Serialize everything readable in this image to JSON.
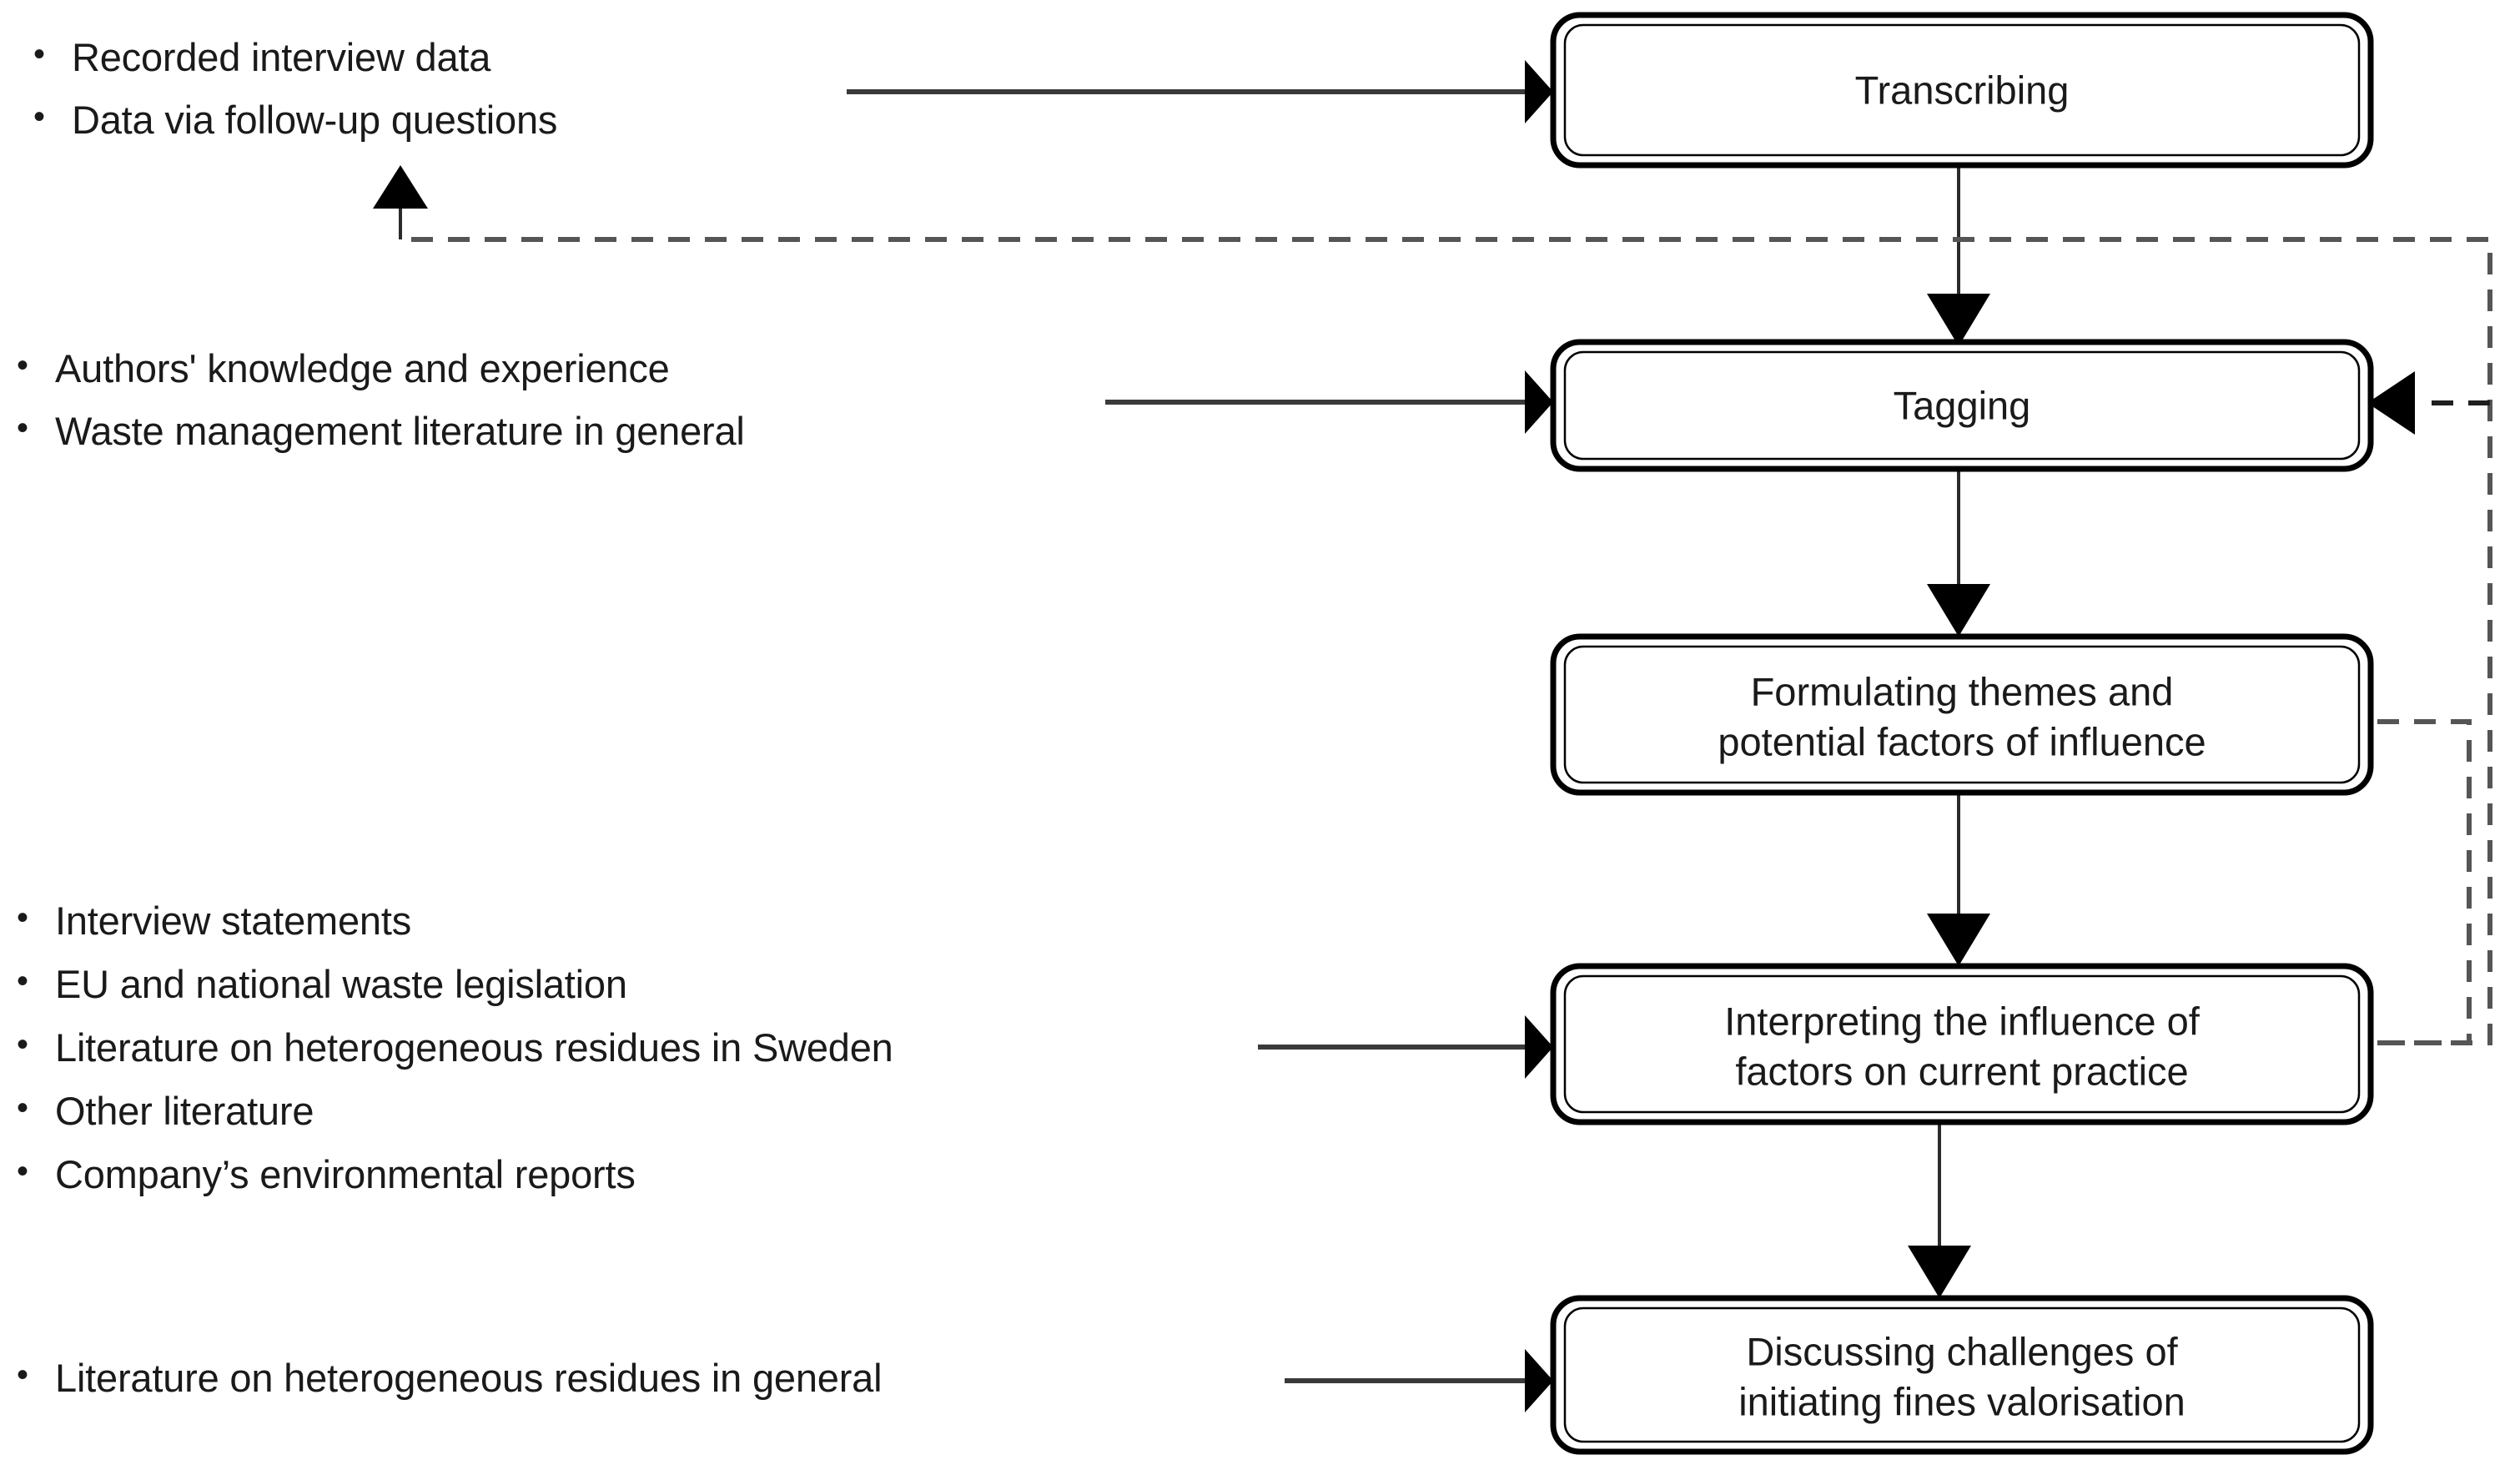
{
  "diagram": {
    "title": "Qualitative data analysis process flowchart",
    "background_color": "#ffffff",
    "line_color": "#000000",
    "dashed_color": "#555555",
    "text_color": "#1a1a1a"
  },
  "process_boxes": [
    {
      "id": "transcribing",
      "lines": [
        "Transcribing"
      ],
      "line1": "Transcribing",
      "line2": ""
    },
    {
      "id": "tagging",
      "lines": [
        "Tagging"
      ],
      "line1": "Tagging",
      "line2": ""
    },
    {
      "id": "formulating",
      "lines": [
        "Formulating themes and",
        "potential factors of influence"
      ],
      "line1": "Formulating themes and",
      "line2": "potential factors of influence"
    },
    {
      "id": "interpreting",
      "lines": [
        "Interpreting the influence of",
        "factors on current practice"
      ],
      "line1": "Interpreting the influence of",
      "line2": "factors on current practice"
    },
    {
      "id": "discussing",
      "lines": [
        "Discussing challenges of",
        "initiating fines valorisation"
      ],
      "line1": "Discussing challenges of",
      "line2": "initiating fines valorisation"
    }
  ],
  "input_groups": [
    {
      "id": "group-transcribing",
      "bullet": "•",
      "items": [
        "Recorded interview data",
        "Data via follow-up questions"
      ]
    },
    {
      "id": "group-tagging",
      "bullet": "•",
      "items": [
        "Authors' knowledge and experience",
        "Waste management literature in general"
      ]
    },
    {
      "id": "group-interpreting",
      "bullet": "•",
      "items": [
        "Interview statements",
        "EU and national waste legislation",
        "Literature on heterogeneous residues in Sweden",
        "Other literature",
        "Company’s environmental reports"
      ]
    },
    {
      "id": "group-discussing",
      "bullet": "•",
      "items": [
        "Literature on heterogeneous residues in general"
      ]
    }
  ],
  "connectors": [
    {
      "id": "input-to-transcribing",
      "style": "solid",
      "kind": "arrow"
    },
    {
      "id": "transcribing-to-tagging",
      "style": "solid",
      "kind": "arrow"
    },
    {
      "id": "input-to-tagging",
      "style": "solid",
      "kind": "arrow"
    },
    {
      "id": "tagging-to-formulating",
      "style": "solid",
      "kind": "arrow"
    },
    {
      "id": "formulating-to-interpreting",
      "style": "solid",
      "kind": "arrow"
    },
    {
      "id": "input-to-interpreting",
      "style": "solid",
      "kind": "arrow"
    },
    {
      "id": "interpreting-to-discussing",
      "style": "solid",
      "kind": "arrow"
    },
    {
      "id": "input-to-discussing",
      "style": "solid",
      "kind": "arrow"
    },
    {
      "id": "feedback-to-interview-data",
      "style": "dashed",
      "kind": "arrow"
    },
    {
      "id": "feedback-to-tagging",
      "style": "dashed",
      "kind": "arrow"
    },
    {
      "id": "feedback-formulating-riser",
      "style": "dashed",
      "kind": "line"
    },
    {
      "id": "feedback-interpreting-riser",
      "style": "dashed",
      "kind": "line"
    }
  ]
}
